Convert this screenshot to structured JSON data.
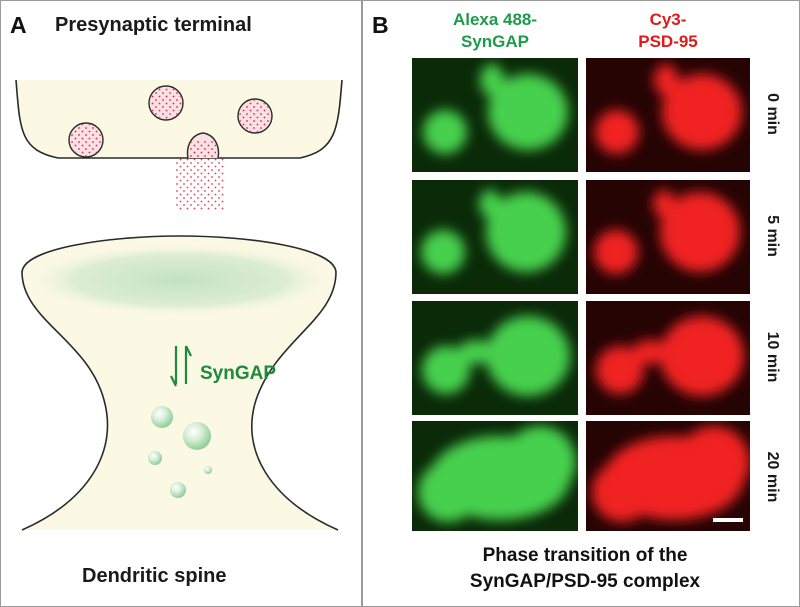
{
  "panel_a": {
    "letter": "A",
    "top_label": "Presynaptic terminal",
    "bottom_label": "Dendritic spine",
    "protein_label": "SynGAP"
  },
  "panel_b": {
    "letter": "B",
    "channels": [
      {
        "line1": "Alexa 488-",
        "line2": "SynGAP",
        "color": "#1f9a4a"
      },
      {
        "line1": "Cy3-",
        "line2": "PSD-95",
        "color": "#e01a1a"
      }
    ],
    "timepoints": [
      "0 min",
      "5 min",
      "10 min",
      "20 min"
    ],
    "caption_line1": "Phase transition of the",
    "caption_line2": "SynGAP/PSD-95 complex"
  },
  "colors": {
    "green_fluor": "#47d04e",
    "green_bg": "#0a2a08",
    "red_fluor": "#f02020",
    "red_bg": "#260404",
    "membrane_fill": "#fbf8e4",
    "vesicle_fill": "#fbe0e6",
    "dots": "#e02a3a",
    "psd": "#bfe0c0"
  }
}
